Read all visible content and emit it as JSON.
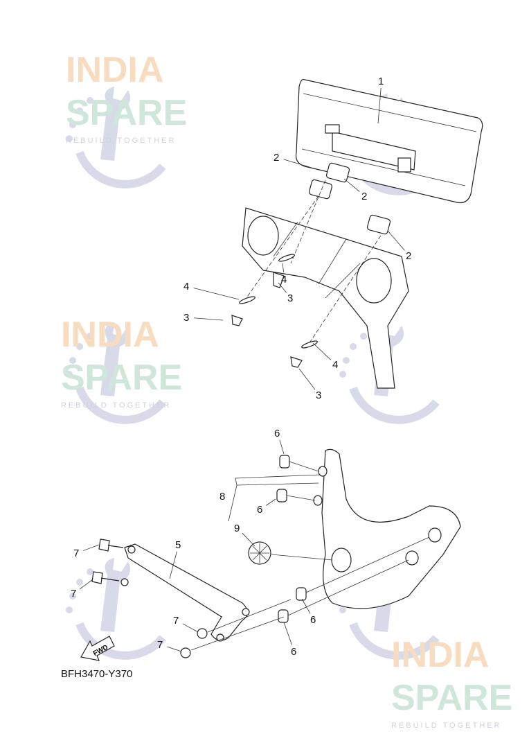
{
  "diagram_code": "BFH3470-Y370",
  "fwd_label": "FWD",
  "watermark": {
    "line1": "INDIA",
    "line2": "SPARE",
    "tagline": "REBUILD TOGETHER"
  },
  "callouts": [
    "1",
    "2",
    "2",
    "2",
    "4",
    "3",
    "4",
    "3",
    "4",
    "3",
    "6",
    "8",
    "6",
    "9",
    "5",
    "7",
    "7",
    "7",
    "7",
    "6",
    "6"
  ],
  "colors": {
    "line": "#222222",
    "watermark_orange": "#f8dcc0",
    "watermark_green": "#cfe6da",
    "watermark_blue": "#d8daea"
  }
}
